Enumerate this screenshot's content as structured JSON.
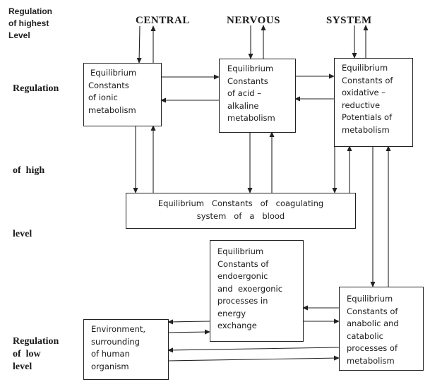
{
  "diagram": {
    "levels": {
      "highest": [
        "Regulation",
        "of highest",
        "Level"
      ],
      "high": [
        "Regulation",
        "of  high",
        "level"
      ],
      "low": [
        "Regulation",
        "of  low",
        "level"
      ]
    },
    "central_system": {
      "words": [
        "CENTRAL",
        "NERVOUS",
        "SYSTEM"
      ]
    },
    "boxes": {
      "ionic": [
        "Equilibrium",
        "Constants",
        "of ionic",
        "metabolism"
      ],
      "acid": [
        "Equilibrium",
        "Constants",
        "of acid –",
        "alkaline",
        "metabolism"
      ],
      "oxidative": [
        "Equilibrium",
        "Constants of",
        "oxidative –",
        "reductive",
        "Potentials of",
        "metabolism"
      ],
      "coagulating": [
        "Equilibrium   Constants   of   coagulating",
        "system   of   a   blood"
      ],
      "energy": [
        "Equilibrium",
        "Constants of",
        "endoergonic",
        "and  exoergonic",
        "processes in",
        "energy",
        "exchange"
      ],
      "anabolic": [
        "Equilibrium",
        "Constants of",
        "anabolic and",
        "catabolic",
        "processes of",
        "metabolism"
      ],
      "environment": [
        "Environment,",
        "surrounding",
        "of human",
        "organism"
      ]
    },
    "colors": {
      "line": "#222222",
      "background": "#ffffff",
      "text": "#1a1a1a"
    }
  }
}
